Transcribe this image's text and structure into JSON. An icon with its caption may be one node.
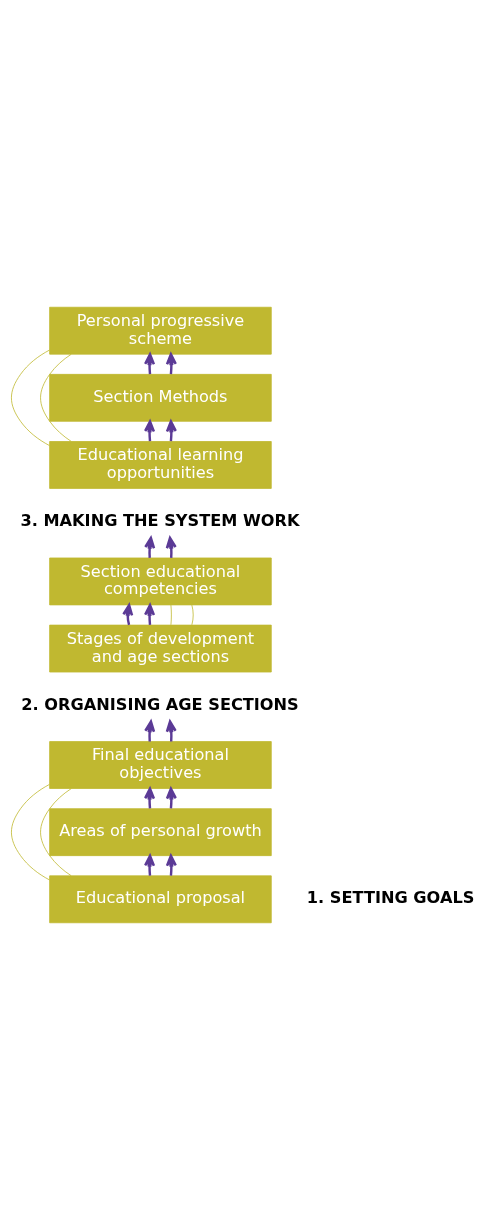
{
  "diagram": {
    "nodes": [
      {
        "text": [
          "Personal progressive scheme"
        ]
      },
      {
        "text": [
          "Section Methods"
        ]
      },
      {
        "text": [
          "Educational learning opportunities"
        ]
      },
      {
        "text": [
          "3. MAKING THE SYSTEM WORK"
        ]
      },
      {
        "text": [
          "Section educational competencies"
        ]
      },
      {
        "text": [
          "Stages of development and age sections"
        ]
      },
      {
        "text": [
          "2. ORGANISING AGE SECTIONS"
        ]
      },
      {
        "text": [
          "Final educational objectives"
        ]
      },
      {
        "text": [
          "Areas of personal growth"
        ]
      },
      {
        "text": [
          "Educational proposal"
        ]
      },
      {
        "text": [
          "1. SETTING GOALS"
        ]
      }
    ],
    "edges": [
      {
        "from": 1,
        "to": 0,
        "arrow": "to"
      },
      {
        "from": 1,
        "to": 0,
        "arrow": "to"
      },
      {
        "from": 2,
        "to": 1,
        "arrow": "to"
      },
      {
        "from": 2,
        "to": 1,
        "arrow": "to"
      },
      {
        "from": 2,
        "to": 0,
        "arrow": "none",
        "color": "#c0b830"
      },
      {
        "from": 2,
        "to": 0,
        "arrow": "none",
        "color": "#c0b830"
      },
      {
        "from": 4,
        "to": 3,
        "arrow": "to"
      },
      {
        "from": 4,
        "to": 3,
        "arrow": "to"
      },
      {
        "from": 5,
        "to": 4,
        "arrow": "to"
      },
      {
        "from": 5,
        "to": 4,
        "arrow": "to"
      },
      {
        "from": 5,
        "to": 4,
        "arrow": "none",
        "color": "#c0b830"
      },
      {
        "from": 5,
        "to": 4,
        "arrow": "none",
        "color": "#c0b830"
      },
      {
        "from": 7,
        "to": 6,
        "arrow": "to"
      },
      {
        "from": 7,
        "to": 6,
        "arrow": "to"
      },
      {
        "from": 8,
        "to": 7,
        "arrow": "to"
      },
      {
        "from": 8,
        "to": 7,
        "arrow": "to"
      },
      {
        "from": 9,
        "to": 8,
        "arrow": "to"
      },
      {
        "from": 9,
        "to": 8,
        "arrow": "to"
      },
      {
        "from": 9,
        "to": 7,
        "arrow": "none",
        "color": "#c0b830"
      },
      {
        "from": 9,
        "to": 7,
        "arrow": "none",
        "color": "#c0b830"
      }
    ]
  }
}
